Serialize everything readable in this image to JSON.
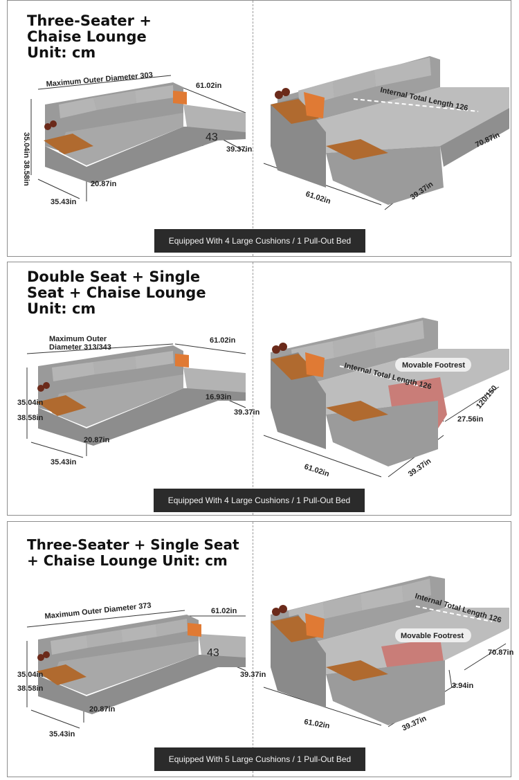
{
  "panels": [
    {
      "title_lines": [
        "Three-Seater +",
        "Chaise Lounge",
        "Unit: cm"
      ],
      "left": {
        "outer_diameter": "Maximum Outer Diameter 303",
        "depth": "61.02in",
        "height_mid": "43",
        "chaise_width": "39.37in",
        "side_heights": "35.04in 38.58in",
        "seat_height": "20.87in",
        "arm_depth": "35.43in"
      },
      "right": {
        "internal_length": "Internal Total Length 126",
        "total_length": "70.87in",
        "width_front": "61.02in",
        "width_side": "39.37in"
      },
      "banner": "Equipped With 4 Large Cushions / 1 Pull-Out Bed"
    },
    {
      "title_lines": [
        "Double Seat + Single",
        "Seat + Chaise Lounge",
        "Unit: cm"
      ],
      "left": {
        "outer_diameter_line1": "Maximum Outer",
        "outer_diameter_line2": "Diameter 313/343",
        "depth": "61.02in",
        "footrest_height": "16.93in",
        "chaise_width": "39.37in",
        "height_a": "35.04in",
        "height_b": "38.58in",
        "seat_height": "20.87in",
        "arm_depth": "35.43in"
      },
      "right": {
        "footrest_label": "Movable Footrest",
        "internal_length": "Internal Total Length 126",
        "extend": "120/150",
        "footrest_depth": "27.56in",
        "width_front": "61.02in",
        "width_side": "39.37in"
      },
      "banner": "Equipped With 4 Large Cushions / 1 Pull-Out Bed"
    },
    {
      "title_lines": [
        "Three-Seater + Single Seat",
        "+ Chaise Lounge Unit: cm"
      ],
      "left": {
        "outer_diameter": "Maximum Outer Diameter 373",
        "depth": "61.02in",
        "height_mid": "43",
        "chaise_width": "39.37in",
        "height_a": "35.04in",
        "height_b": "38.58in",
        "seat_height": "20.87in",
        "arm_depth": "35.43in"
      },
      "right": {
        "internal_length": "Internal Total Length 126",
        "footrest_label": "Movable Footrest",
        "total_length": "70.87in",
        "footrest_height": "3.94in",
        "width_front": "61.02in",
        "width_side": "39.37in"
      },
      "banner": "Equipped With 5 Large Cushions / 1 Pull-Out Bed"
    }
  ],
  "colors": {
    "sofa_body": "#9a9a9a",
    "sofa_light": "#b9b9b9",
    "sofa_dark": "#7d7d7d",
    "wood": "#b06a2f",
    "pillow_orange": "#e07a34",
    "footrest_pink": "#c97d78",
    "banner": "#2b2b2b"
  }
}
